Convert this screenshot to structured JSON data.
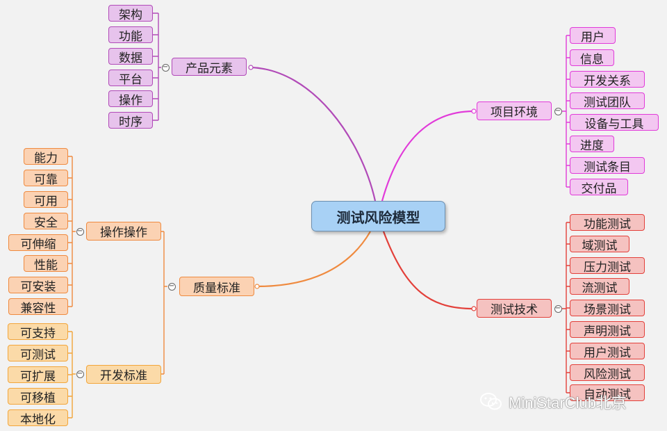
{
  "center": "测试风险模型",
  "branches": {
    "product": {
      "label": "产品元素",
      "color": "#b14ab8",
      "items": [
        "架构",
        "功能",
        "数据",
        "平台",
        "操作",
        "时序"
      ]
    },
    "project": {
      "label": "项目环境",
      "color": "#e13ad9",
      "items": [
        "用户",
        "信息",
        "开发关系",
        "测试团队",
        "设备与工具",
        "进度",
        "测试条目",
        "交付品"
      ]
    },
    "technique": {
      "label": "测试技术",
      "color": "#e3403a",
      "items": [
        "功能测试",
        "域测试",
        "压力测试",
        "流测试",
        "场景测试",
        "声明测试",
        "用户测试",
        "风险测试",
        "自动测试"
      ]
    },
    "quality": {
      "label": "质量标准",
      "color": "#ef8a3f",
      "operation": {
        "label": "操作操作",
        "items": [
          "能力",
          "可靠",
          "可用",
          "安全",
          "可伸缩",
          "性能",
          "可安装",
          "兼容性"
        ]
      },
      "development": {
        "label": "开发标准",
        "color": "#f2a53a",
        "items": [
          "可支持",
          "可测试",
          "可扩展",
          "可移植",
          "本地化"
        ]
      }
    }
  },
  "toggle_symbol": "−",
  "watermark": {
    "text": "MiniStarClub北京",
    "icon": "wechat-icon"
  }
}
